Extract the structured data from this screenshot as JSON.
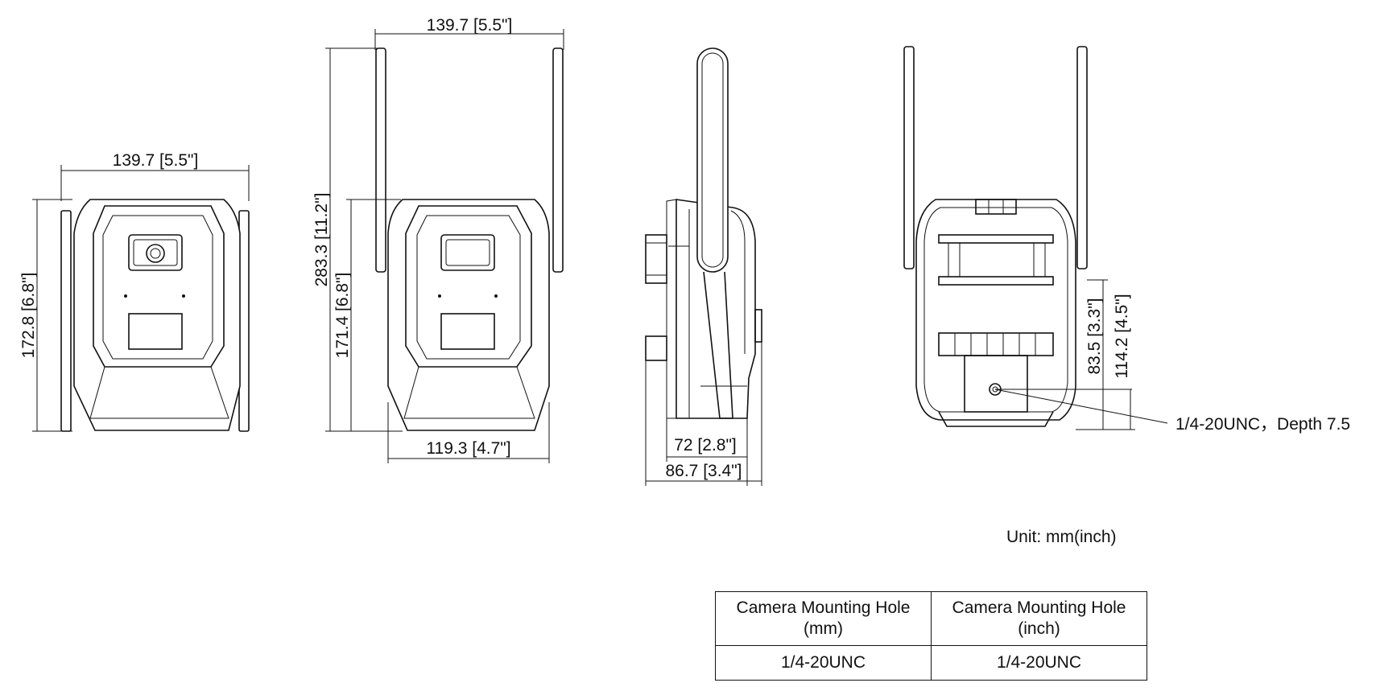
{
  "views": {
    "front": {
      "width": "139.7 [5.5\"]",
      "height": "172.8 [6.8\"]"
    },
    "front_antenna": {
      "width_top": "139.7 [5.5\"]",
      "total_height": "283.3 [11.2\"]",
      "body_height": "171.4 [6.8\"]",
      "bottom_width": "119.3 [4.7\"]"
    },
    "side": {
      "depth_body": "72 [2.8\"]",
      "depth_total": "86.7 [3.4\"]"
    },
    "back": {
      "hole_to_bracket": "83.5 [3.3\"]",
      "hole_height": "114.2 [4.5\"]",
      "hole_callout": "1/4-20UNC，Depth 7.5"
    }
  },
  "unit": "Unit: mm(inch)",
  "table": {
    "headers": [
      "Camera Mounting Hole (mm)",
      "Camera Mounting Hole (inch)"
    ],
    "rows": [
      [
        "1/4-20UNC",
        "1/4-20UNC"
      ]
    ]
  }
}
